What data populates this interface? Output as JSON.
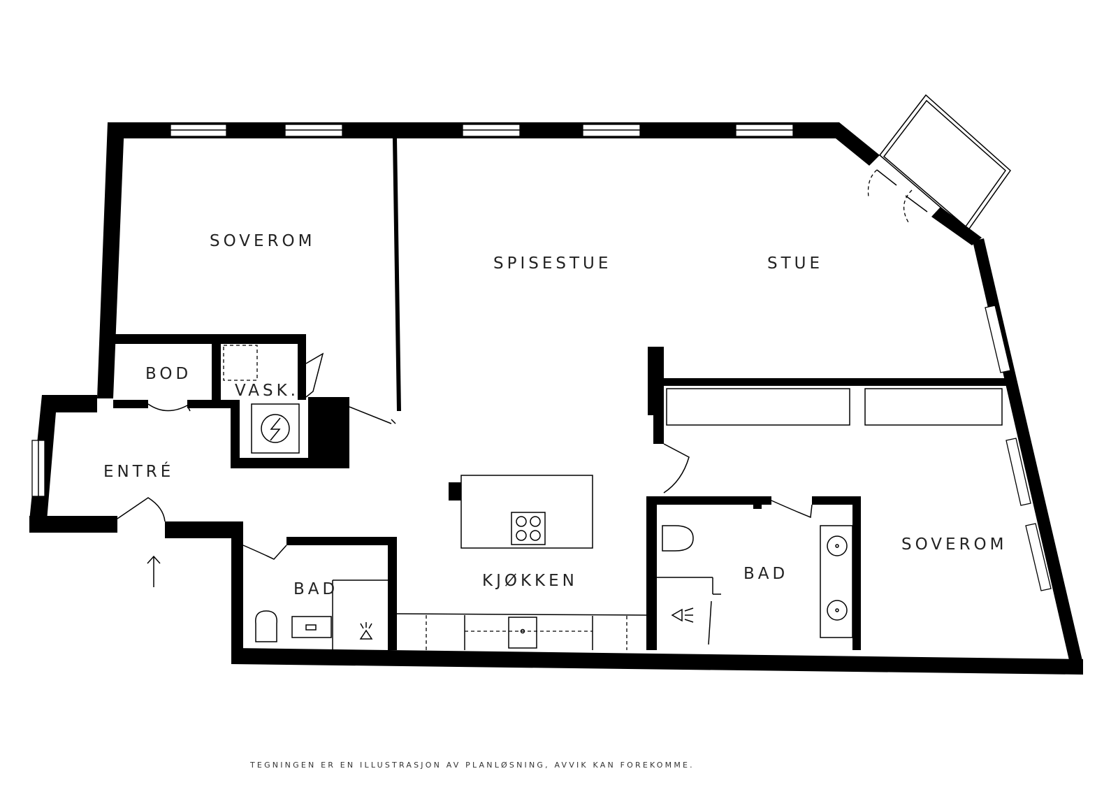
{
  "rooms": {
    "soverom_1": "SOVEROM",
    "spisestue": "SPISESTUE",
    "stue": "STUE",
    "bod": "BOD",
    "vask": "VASK.",
    "entre": "ENTRÉ",
    "bad_1": "BAD",
    "kjokken": "KJØKKEN",
    "bad_2": "BAD",
    "soverom_2": "SOVEROM"
  },
  "footer_note": "TEGNINGEN ER EN ILLUSTRASJON AV PLANLØSNING, AVVIK KAN FOREKOMME.",
  "colors": {
    "wall": "#000000",
    "background": "#ffffff",
    "line": "#000000"
  },
  "icons": [
    "entrance-arrow-icon",
    "electrical-panel-icon",
    "shower-icon",
    "toilet-icon",
    "sink-icon",
    "cooktop-icon",
    "washer-icon"
  ]
}
